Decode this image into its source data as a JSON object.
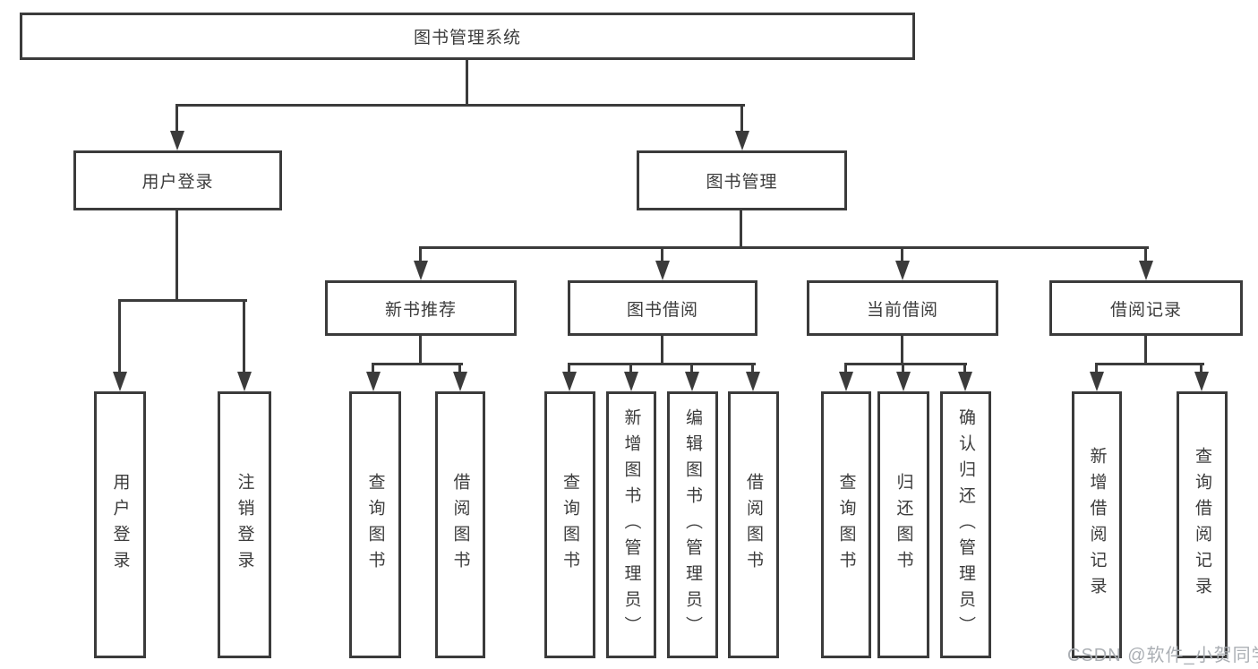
{
  "diagram": {
    "title": "图书管理系统",
    "level1": {
      "user_login": "用户登录",
      "book_mgmt": "图书管理"
    },
    "level2": {
      "new_books": "新书推荐",
      "book_borrow": "图书借阅",
      "current_borrow": "当前借阅",
      "borrow_records": "借阅记录"
    },
    "leaves": {
      "user_login": "用户登录",
      "logout": "注销登录",
      "nb_query_books": "查询图书",
      "nb_borrow_books": "借阅图书",
      "bb_query_books": "查询图书",
      "bb_add_books": "新增图书（管理员）",
      "bb_edit_books": "编辑图书（管理员）",
      "bb_borrow_books": "借阅图书",
      "cb_query_books": "查询图书",
      "cb_return_books": "归还图书",
      "cb_confirm_return": "确认归还（管理员）",
      "br_add_record": "新增借阅记录",
      "br_query_record": "查询借阅记录"
    }
  },
  "watermark": "CSDN @软件_小贺同学",
  "colors": {
    "line": "#3b3b3b",
    "text": "#3c3c3c",
    "watermark": "#abafb4",
    "background": "#ffffff"
  }
}
